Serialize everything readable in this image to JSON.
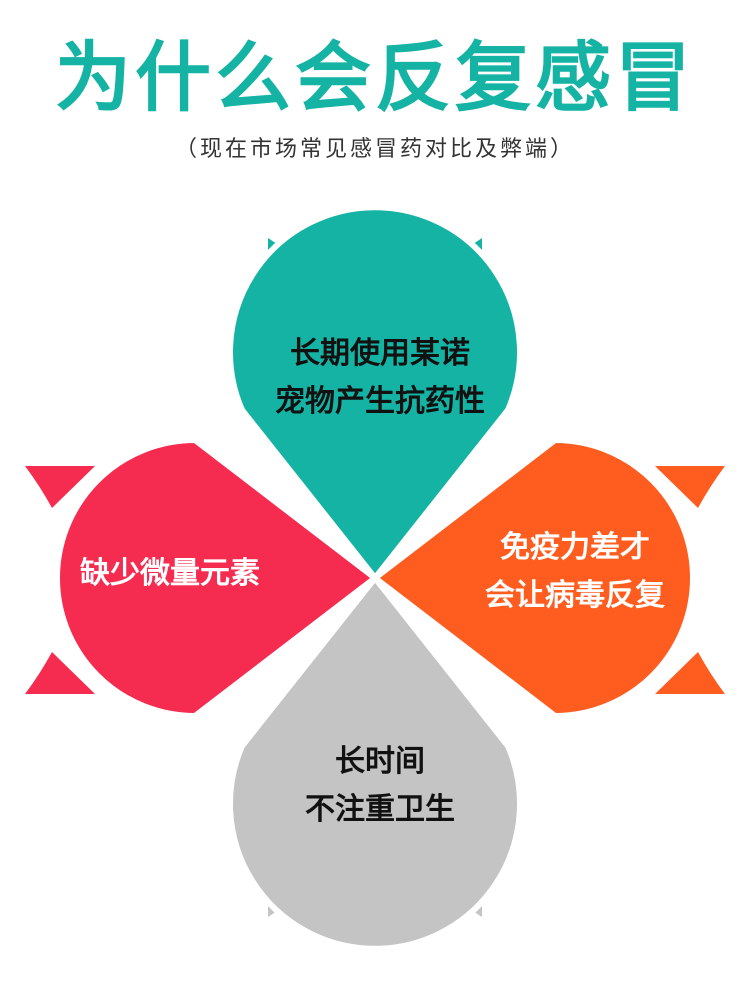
{
  "header": {
    "title": "为什么会反复感冒",
    "subtitle": "（现在市场常见感冒药对比及弊端）"
  },
  "petals": {
    "top": {
      "lines": [
        "长期使用某诺",
        "宠物产生抗药性"
      ],
      "color": "#14b3a4"
    },
    "left": {
      "lines": [
        "缺少微量元素"
      ],
      "color": "#f52b4f"
    },
    "right": {
      "lines": [
        "免疫力差才",
        "会让病毒反复"
      ],
      "color": "#ff5d1f"
    },
    "bottom": {
      "lines": [
        "长时间",
        "不注重卫生"
      ],
      "color": "#c4c4c4"
    }
  }
}
